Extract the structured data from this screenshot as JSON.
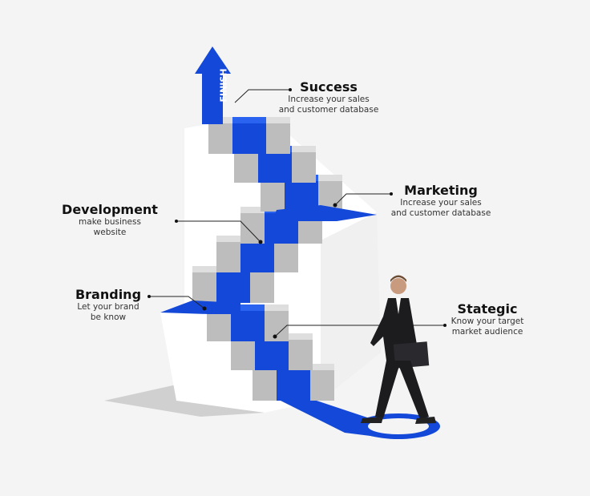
{
  "arrow_label": "FINISH",
  "steps": {
    "success": {
      "title": "Success",
      "desc1": "Increase your sales",
      "desc2": "and customer database"
    },
    "marketing": {
      "title": "Marketing",
      "desc1": "Increase your sales",
      "desc2": "and customer database"
    },
    "development": {
      "title": "Development",
      "desc1": "make business",
      "desc2": "website"
    },
    "branding": {
      "title": "Branding",
      "desc1": "Let your brand",
      "desc2": "be know"
    },
    "strategic": {
      "title": "Stategic",
      "desc1": "Know your target",
      "desc2": "market audience"
    }
  },
  "colors": {
    "accent": "#1448d8",
    "riser": "#bdbdbd",
    "tread": "#dedede",
    "background": "#f4f4f5"
  }
}
